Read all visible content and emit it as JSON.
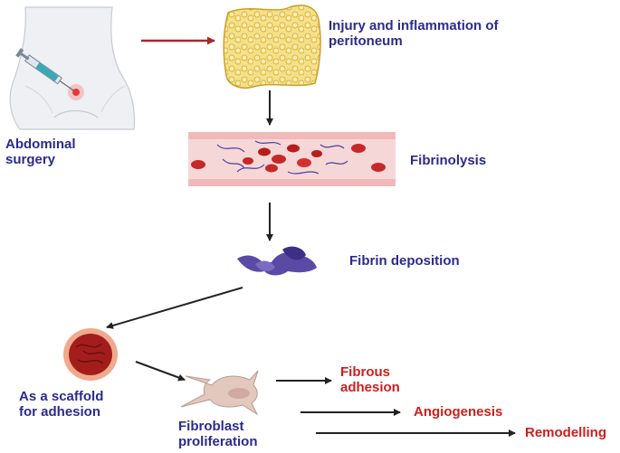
{
  "labels": {
    "abdominal_surgery": [
      "Abdominal",
      "surgery"
    ],
    "injury": [
      "Injury and inflammation of",
      "peritoneum"
    ],
    "fibrinolysis": "Fibrinolysis",
    "fibrin_deposition": "Fibrin deposition",
    "scaffold": [
      "As a scaffold",
      "for adhesion"
    ],
    "fibroblast": [
      "Fibroblast",
      "proliferation"
    ],
    "fibrous_adhesion": [
      "Fibrous",
      "adhesion"
    ],
    "angiogenesis": "Angiogenesis",
    "remodelling": "Remodelling"
  },
  "colors": {
    "label_blue": "#2b2b8e",
    "label_red": "#cc1f1f",
    "arrow_red": "#a52a2a",
    "arrow_black": "#222222"
  },
  "icons": {
    "surgery": "abdomen-syringe-icon",
    "peritoneum": "peritoneum-tissue-icon",
    "vessel": "blood-vessel-icon",
    "fibrin": "fibrin-clot-icon",
    "scaffold": "clot-scaffold-icon",
    "fibroblast": "fibroblast-cell-icon"
  }
}
